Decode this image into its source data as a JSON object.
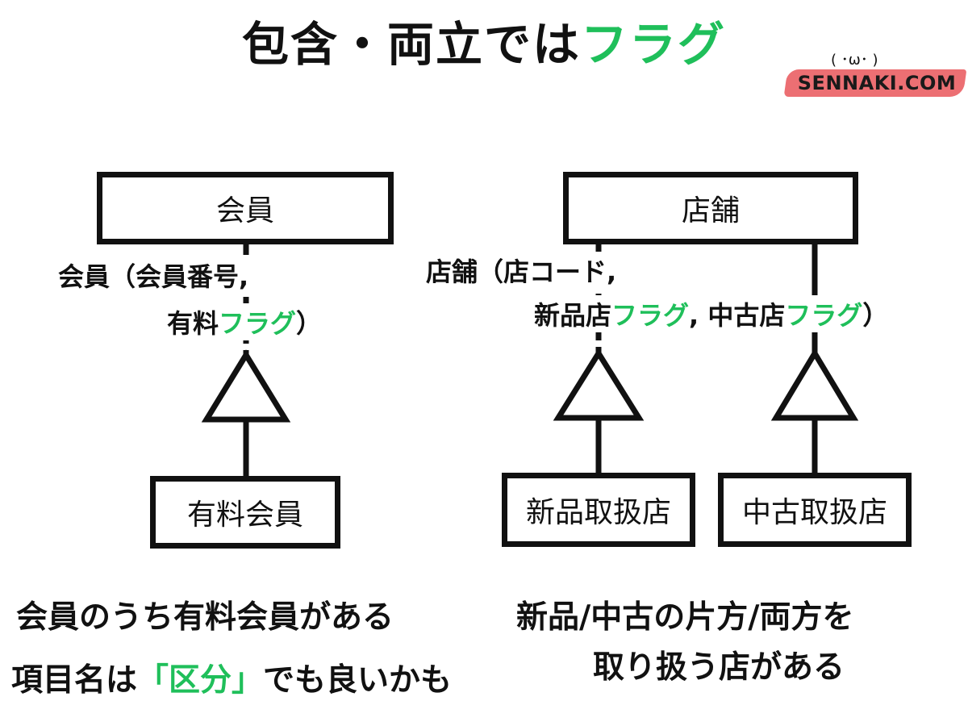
{
  "title": {
    "main": "包含・両立では",
    "accent": "フラグ"
  },
  "logo": {
    "face": "( ･ω･ )",
    "text": "SENNAKI.COM"
  },
  "left_diagram": {
    "parent_box": "会員",
    "attribute_line1": "会員（会員番号,",
    "attribute_line2_pre": "有料",
    "attribute_line2_flag": "フラグ",
    "attribute_line2_post": "）",
    "child_box": "有料会員"
  },
  "right_diagram": {
    "parent_box": "店舗",
    "attribute_line1": "店舗（店コード,",
    "attribute_line2_a": "新品店",
    "attribute_line2_flag1": "フラグ",
    "attribute_line2_b": ", 中古店",
    "attribute_line2_flag2": "フラグ",
    "attribute_line2_c": "）",
    "child_box_left": "新品取扱店",
    "child_box_right": "中古取扱店"
  },
  "notes": {
    "left_line1": "会員のうち有料会員がある",
    "left_line2_pre": "項目名は",
    "left_line2_accent": "「区分」",
    "left_line2_post": "でも良いかも",
    "right_line1": "新品/中古の片方/両方を",
    "right_line2": "取り扱う店がある"
  },
  "colors": {
    "accent": "#1fbf5a",
    "ink": "#111111",
    "logo_stripe": "#ec6f73"
  }
}
